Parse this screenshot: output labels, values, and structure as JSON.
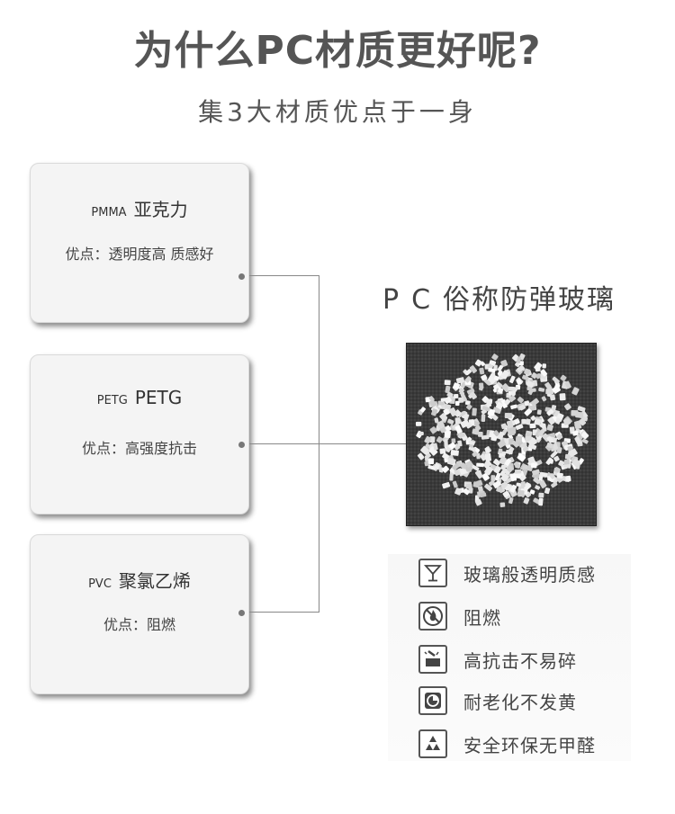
{
  "title": "为什么PC材质更好呢?",
  "subtitle": "集3大材质优点于一身",
  "materials": [
    {
      "code": "PMMA",
      "name": "亚克力",
      "pros": "优点：透明度高 质感好"
    },
    {
      "code": "PETG",
      "name": "PETG",
      "pros": "优点：高强度抗击"
    },
    {
      "code": "PVC",
      "name": "聚氯乙烯",
      "pros": "优点：阻燃"
    }
  ],
  "pc": {
    "prefix": "PC",
    "name": "俗称防弹玻璃"
  },
  "features": [
    {
      "icon": "glass-icon",
      "label": "玻璃般透明质感"
    },
    {
      "icon": "flame-retardant-icon",
      "label": "阻燃"
    },
    {
      "icon": "impact-resistant-icon",
      "label": "高抗击不易碎"
    },
    {
      "icon": "anti-aging-icon",
      "label": "耐老化不发黄"
    },
    {
      "icon": "recycle-icon",
      "label": "安全环保无甲醛"
    }
  ]
}
